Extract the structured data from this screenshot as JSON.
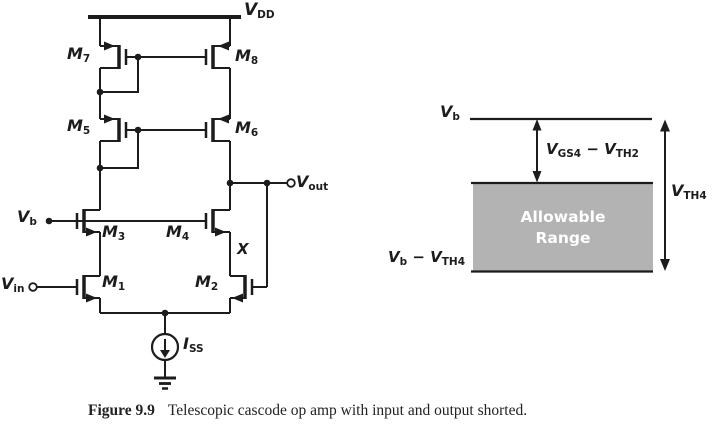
{
  "ink_color": "#1c1c1c",
  "background": "#ffffff",
  "circuit": {
    "labels": {
      "vdd": {
        "main": "V",
        "sub": "DD"
      },
      "m7": {
        "main": "M",
        "sub": "7"
      },
      "m8": {
        "main": "M",
        "sub": "8"
      },
      "m5": {
        "main": "M",
        "sub": "5"
      },
      "m6": {
        "main": "M",
        "sub": "6"
      },
      "m3": {
        "main": "M",
        "sub": "3"
      },
      "m4": {
        "main": "M",
        "sub": "4"
      },
      "m1": {
        "main": "M",
        "sub": "1"
      },
      "m2": {
        "main": "M",
        "sub": "2"
      },
      "vb": {
        "main": "V",
        "sub": "b"
      },
      "vin": {
        "main": "V",
        "sub": "in"
      },
      "vout": {
        "main": "V",
        "sub": "out"
      },
      "iss": {
        "main": "I",
        "sub": "SS"
      },
      "node_x": "X"
    }
  },
  "range_diagram": {
    "box_fill": "#b3b3b3",
    "box_text_line1": "Allowable",
    "box_text_line2": "Range",
    "vb": {
      "main": "V",
      "sub": "b"
    },
    "headroom": {
      "v1": "V",
      "s1": "GS4",
      "op": " − ",
      "v2": "V",
      "s2": "TH2"
    },
    "lower_bound": {
      "v1": "V",
      "s1": "b",
      "op": " − ",
      "v2": "V",
      "s2": "TH4"
    },
    "vth4": {
      "main": "V",
      "sub": "TH4"
    }
  },
  "caption": {
    "label": "Figure 9.9",
    "text": "Telescopic cascode op amp with input and output shorted."
  }
}
